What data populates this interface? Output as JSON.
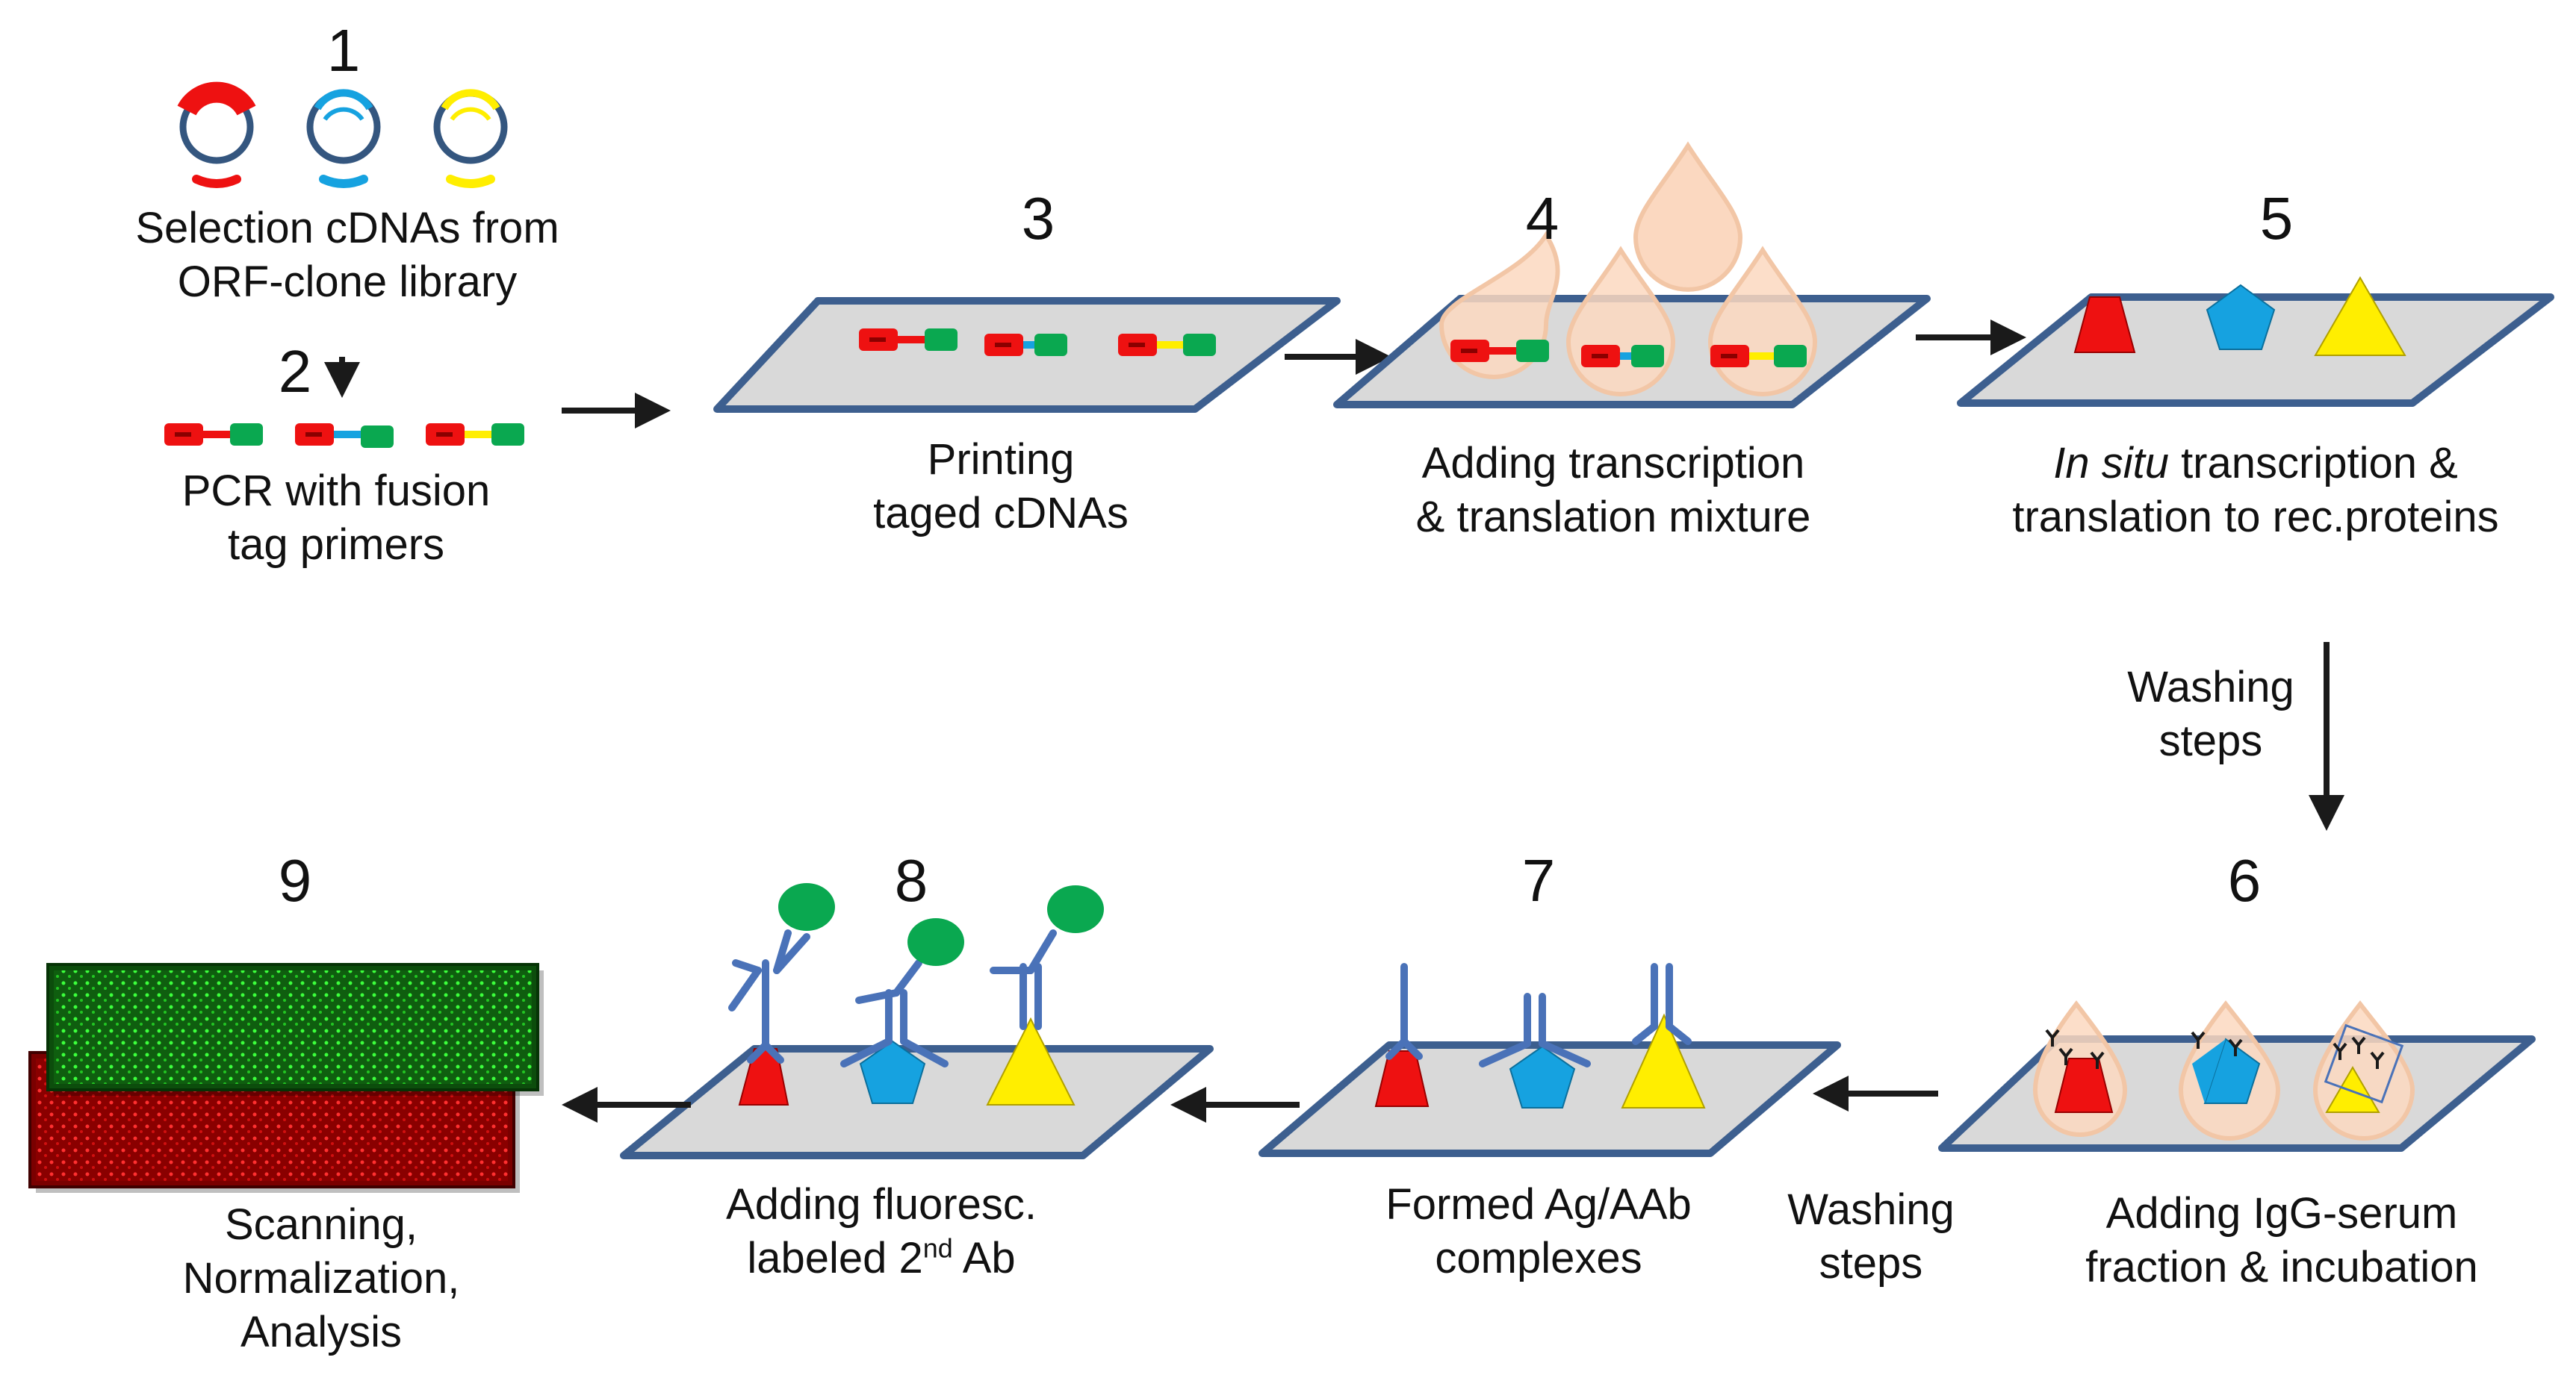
{
  "steps": {
    "s1": {
      "number": "1",
      "caption_l1": "Selection cDNAs from",
      "caption_l2": "ORF-clone library"
    },
    "s2": {
      "number": "2",
      "caption_l1": "PCR with fusion",
      "caption_l2": "tag primers"
    },
    "s3": {
      "number": "3",
      "caption_l1": "Printing",
      "caption_l2": "taged cDNAs"
    },
    "s4": {
      "number": "4",
      "caption_l1": "Adding transcription",
      "caption_l2": "& translation mixture"
    },
    "s5": {
      "number": "5",
      "caption_l1_italic": "In situ",
      "caption_l1_rest": " transcription &",
      "caption_l2": "translation to rec.proteins"
    },
    "s6": {
      "number": "6",
      "caption_l1": "Adding IgG-serum",
      "caption_l2": "fraction & incubation"
    },
    "s7": {
      "number": "7",
      "caption_l1": "Formed Ag/AAb",
      "caption_l2": "complexes"
    },
    "s8": {
      "number": "8",
      "caption_l1": "Adding fluoresc.",
      "caption_l2_pre": "labeled 2",
      "caption_l2_sup": "nd",
      "caption_l2_post": " Ab"
    },
    "s9": {
      "number": "9",
      "caption_l1": "Scanning,",
      "caption_l2": "Normalization,",
      "caption_l3": "Analysis"
    }
  },
  "washing_right": {
    "l1": "Washing",
    "l2": "steps"
  },
  "washing_bottom": {
    "l1": "Washing",
    "l2": "steps"
  },
  "colors": {
    "red": "#ee1111",
    "blue": "#16a2e0",
    "yellow": "#ffee00",
    "green": "#0aa850",
    "slide_fill": "#d9d9d9",
    "slide_stroke": "#3d5f8f",
    "droplet": "#fbd8c0",
    "antibody": "#4a72b8"
  }
}
